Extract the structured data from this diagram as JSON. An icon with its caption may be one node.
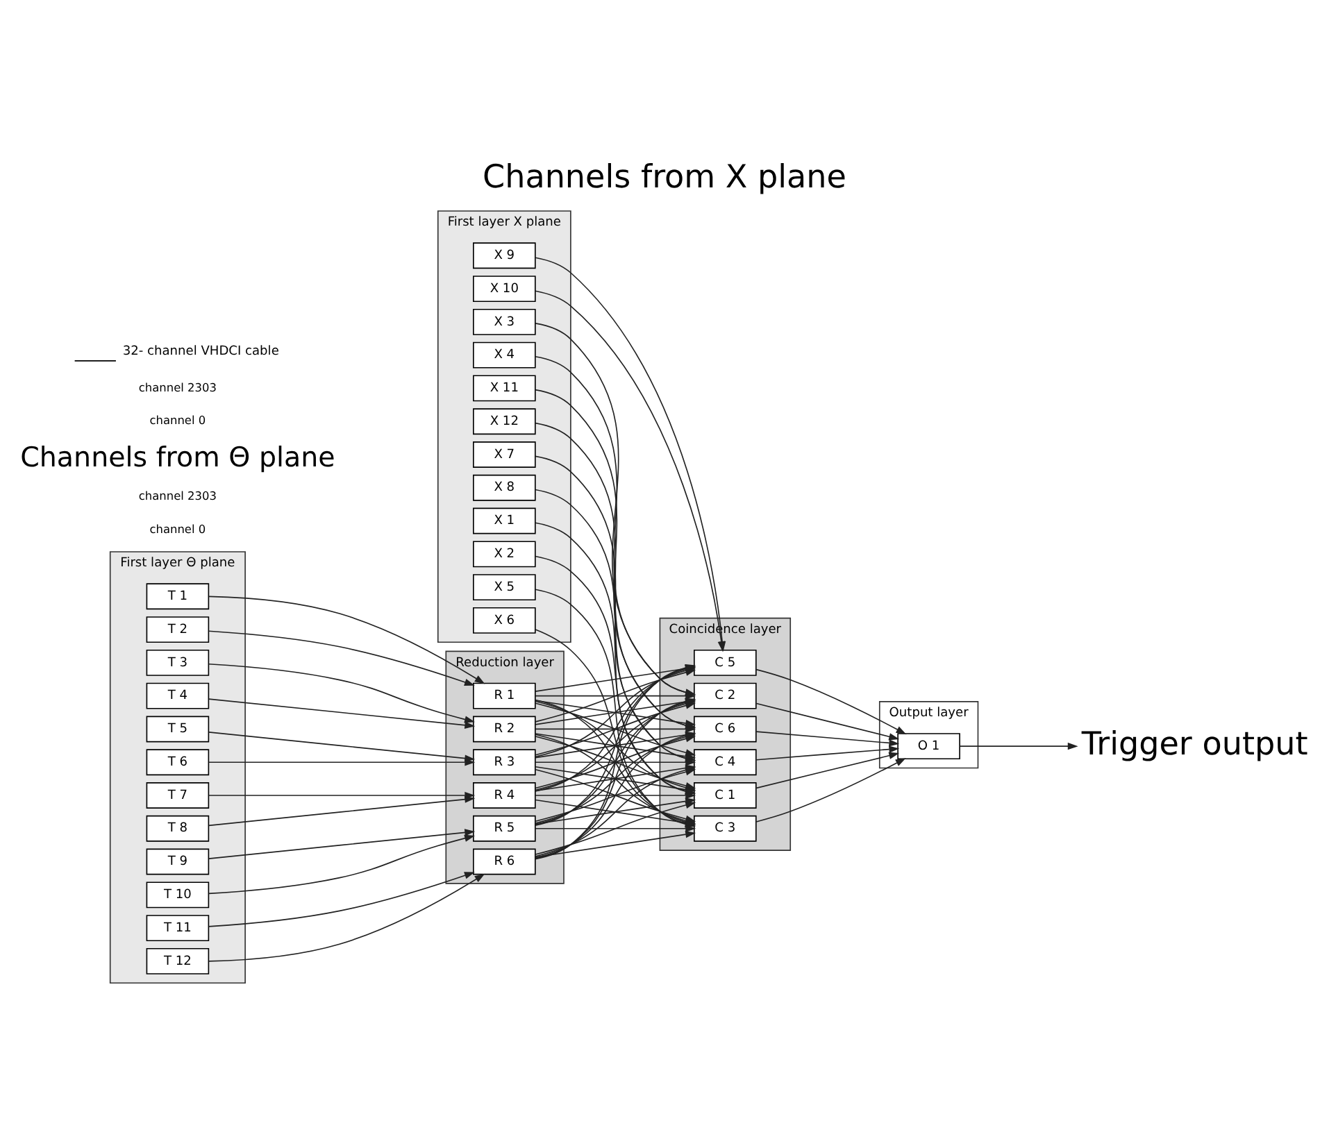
{
  "diagram": {
    "title": "Channels from X plane",
    "nodes": [
      {
        "text": [
          "First layer X plane"
        ]
      },
      {
        "text": [
          "X 1"
        ],
        "in": 0
      },
      {
        "text": [
          "X 2"
        ],
        "in": 0
      },
      {
        "text": [
          "X 3"
        ],
        "in": 0
      },
      {
        "text": [
          "X 4"
        ],
        "in": 0
      },
      {
        "text": [
          "X 5"
        ],
        "in": 0
      },
      {
        "text": [
          "X 6"
        ],
        "in": 0
      },
      {
        "text": [
          "X 7"
        ],
        "in": 0
      },
      {
        "text": [
          "X 8"
        ],
        "in": 0
      },
      {
        "text": [
          "X 9"
        ],
        "in": 0
      },
      {
        "text": [
          "X 10"
        ],
        "in": 0
      },
      {
        "text": [
          "X 11"
        ],
        "in": 0
      },
      {
        "text": [
          "X 12"
        ],
        "in": 0
      },
      {
        "text": [
          "First layer Θ plane"
        ]
      },
      {
        "text": [
          "T 1"
        ],
        "in": 13
      },
      {
        "text": [
          "T 2"
        ],
        "in": 13
      },
      {
        "text": [
          "T 3"
        ],
        "in": 13
      },
      {
        "text": [
          "T 4"
        ],
        "in": 13
      },
      {
        "text": [
          "T 5"
        ],
        "in": 13
      },
      {
        "text": [
          "T 6"
        ],
        "in": 13
      },
      {
        "text": [
          "T 7"
        ],
        "in": 13
      },
      {
        "text": [
          "T 8"
        ],
        "in": 13
      },
      {
        "text": [
          "T 9"
        ],
        "in": 13
      },
      {
        "text": [
          "T 10"
        ],
        "in": 13
      },
      {
        "text": [
          "T 11"
        ],
        "in": 13
      },
      {
        "text": [
          "T 12"
        ],
        "in": 13
      },
      {
        "text": [
          "Reduction layer"
        ]
      },
      {
        "text": [
          "R 1"
        ],
        "in": 26
      },
      {
        "text": [
          "R 2"
        ],
        "in": 26
      },
      {
        "text": [
          "R 3"
        ],
        "in": 26
      },
      {
        "text": [
          "R 4"
        ],
        "in": 26
      },
      {
        "text": [
          "R 5"
        ],
        "in": 26
      },
      {
        "text": [
          "R 6"
        ],
        "in": 26
      },
      {
        "text": [
          "Coincidence layer"
        ]
      },
      {
        "text": [
          "C 1"
        ],
        "in": 33
      },
      {
        "text": [
          "C 2"
        ],
        "in": 33
      },
      {
        "text": [
          "C 3"
        ],
        "in": 33
      },
      {
        "text": [
          "C 4"
        ],
        "in": 33
      },
      {
        "text": [
          "C 5"
        ],
        "in": 33
      },
      {
        "text": [
          "C 6"
        ],
        "in": 33
      },
      {
        "text": [
          "Output layer"
        ]
      },
      {
        "text": [
          "O 1"
        ],
        "in": 40
      },
      {
        "text": [
          "Trigger output"
        ]
      }
    ],
    "edges": [
      {
        "from": 1,
        "to": 34,
        "arrow": "to"
      },
      {
        "from": 2,
        "to": 34,
        "arrow": "to"
      },
      {
        "from": 3,
        "to": 35,
        "arrow": "to"
      },
      {
        "from": 4,
        "to": 35,
        "arrow": "to"
      },
      {
        "from": 5,
        "to": 36,
        "arrow": "to"
      },
      {
        "from": 6,
        "to": 36,
        "arrow": "to"
      },
      {
        "from": 7,
        "to": 37,
        "arrow": "to"
      },
      {
        "from": 8,
        "to": 37,
        "arrow": "to"
      },
      {
        "from": 9,
        "to": 38,
        "arrow": "to"
      },
      {
        "from": 10,
        "to": 38,
        "arrow": "to"
      },
      {
        "from": 11,
        "to": 39,
        "arrow": "to"
      },
      {
        "from": 12,
        "to": 39,
        "arrow": "to"
      },
      {
        "from": 14,
        "to": 27,
        "arrow": "to"
      },
      {
        "from": 15,
        "to": 27,
        "arrow": "to"
      },
      {
        "from": 16,
        "to": 28,
        "arrow": "to"
      },
      {
        "from": 17,
        "to": 28,
        "arrow": "to"
      },
      {
        "from": 18,
        "to": 29,
        "arrow": "to"
      },
      {
        "from": 19,
        "to": 29,
        "arrow": "to"
      },
      {
        "from": 20,
        "to": 30,
        "arrow": "to"
      },
      {
        "from": 21,
        "to": 30,
        "arrow": "to"
      },
      {
        "from": 22,
        "to": 31,
        "arrow": "to"
      },
      {
        "from": 23,
        "to": 31,
        "arrow": "to"
      },
      {
        "from": 24,
        "to": 32,
        "arrow": "to"
      },
      {
        "from": 25,
        "to": 32,
        "arrow": "to"
      },
      {
        "from": 27,
        "to": 34,
        "arrow": "to"
      },
      {
        "from": 27,
        "to": 35,
        "arrow": "to"
      },
      {
        "from": 27,
        "to": 36,
        "arrow": "to"
      },
      {
        "from": 27,
        "to": 37,
        "arrow": "to"
      },
      {
        "from": 27,
        "to": 38,
        "arrow": "to"
      },
      {
        "from": 27,
        "to": 39,
        "arrow": "to"
      },
      {
        "from": 28,
        "to": 34,
        "arrow": "to"
      },
      {
        "from": 28,
        "to": 35,
        "arrow": "to"
      },
      {
        "from": 28,
        "to": 36,
        "arrow": "to"
      },
      {
        "from": 28,
        "to": 37,
        "arrow": "to"
      },
      {
        "from": 28,
        "to": 38,
        "arrow": "to"
      },
      {
        "from": 28,
        "to": 39,
        "arrow": "to"
      },
      {
        "from": 29,
        "to": 34,
        "arrow": "to"
      },
      {
        "from": 29,
        "to": 35,
        "arrow": "to"
      },
      {
        "from": 29,
        "to": 36,
        "arrow": "to"
      },
      {
        "from": 29,
        "to": 37,
        "arrow": "to"
      },
      {
        "from": 29,
        "to": 38,
        "arrow": "to"
      },
      {
        "from": 29,
        "to": 39,
        "arrow": "to"
      },
      {
        "from": 30,
        "to": 34,
        "arrow": "to"
      },
      {
        "from": 30,
        "to": 35,
        "arrow": "to"
      },
      {
        "from": 30,
        "to": 36,
        "arrow": "to"
      },
      {
        "from": 30,
        "to": 37,
        "arrow": "to"
      },
      {
        "from": 30,
        "to": 38,
        "arrow": "to"
      },
      {
        "from": 30,
        "to": 39,
        "arrow": "to"
      },
      {
        "from": 31,
        "to": 34,
        "arrow": "to"
      },
      {
        "from": 31,
        "to": 35,
        "arrow": "to"
      },
      {
        "from": 31,
        "to": 36,
        "arrow": "to"
      },
      {
        "from": 31,
        "to": 37,
        "arrow": "to"
      },
      {
        "from": 31,
        "to": 38,
        "arrow": "to"
      },
      {
        "from": 31,
        "to": 39,
        "arrow": "to"
      },
      {
        "from": 32,
        "to": 34,
        "arrow": "to"
      },
      {
        "from": 32,
        "to": 35,
        "arrow": "to"
      },
      {
        "from": 32,
        "to": 36,
        "arrow": "to"
      },
      {
        "from": 32,
        "to": 37,
        "arrow": "to"
      },
      {
        "from": 32,
        "to": 38,
        "arrow": "to"
      },
      {
        "from": 32,
        "to": 39,
        "arrow": "to"
      },
      {
        "from": 34,
        "to": 41,
        "arrow": "to"
      },
      {
        "from": 35,
        "to": 41,
        "arrow": "to"
      },
      {
        "from": 36,
        "to": 41,
        "arrow": "to"
      },
      {
        "from": 37,
        "to": 41,
        "arrow": "to"
      },
      {
        "from": 38,
        "to": 41,
        "arrow": "to"
      },
      {
        "from": 39,
        "to": 41,
        "arrow": "to"
      },
      {
        "from": 41,
        "to": 42,
        "arrow": "to"
      }
    ],
    "labels": [
      "channel 0",
      "channel 2303",
      "Channels from Θ plane",
      "channel 0",
      "channel 2303"
    ],
    "legend": [
      {
        "text": "32- channel VHDCI cable"
      }
    ]
  }
}
